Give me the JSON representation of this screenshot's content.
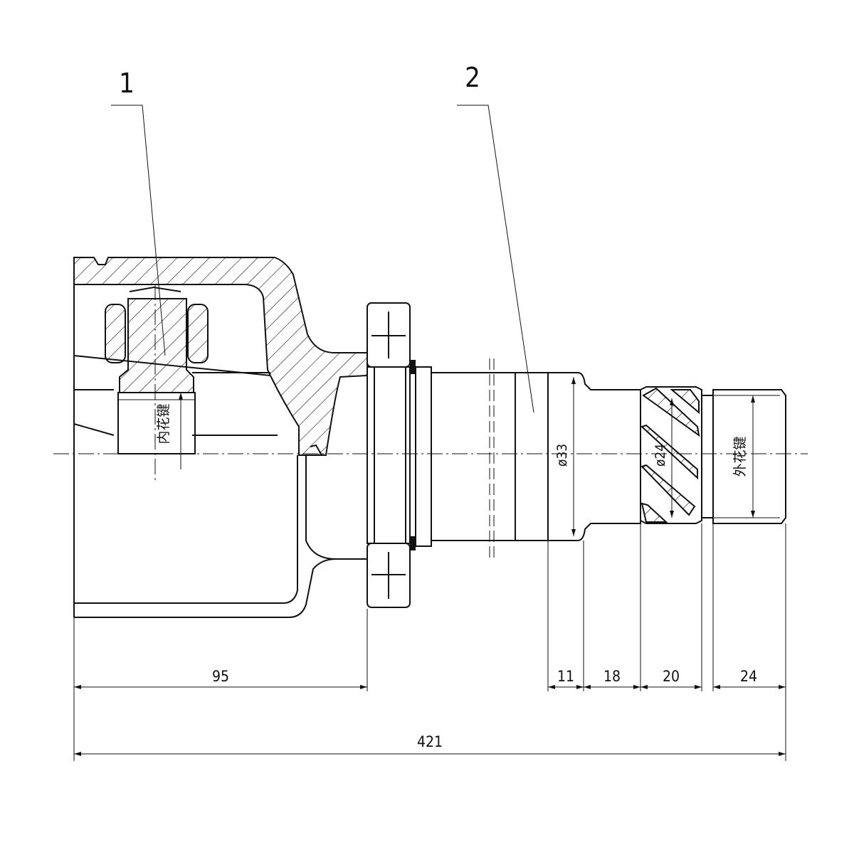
{
  "callouts": {
    "part1": "1",
    "part2": "2"
  },
  "annotations": {
    "inner_spline": "内花键",
    "outer_spline": "外花键",
    "dia_33": "ø33",
    "dia_24": "ø24"
  },
  "dimensions": {
    "d95": "95",
    "d11": "11",
    "d18": "18",
    "d20": "20",
    "d24": "24",
    "d421": "421"
  }
}
